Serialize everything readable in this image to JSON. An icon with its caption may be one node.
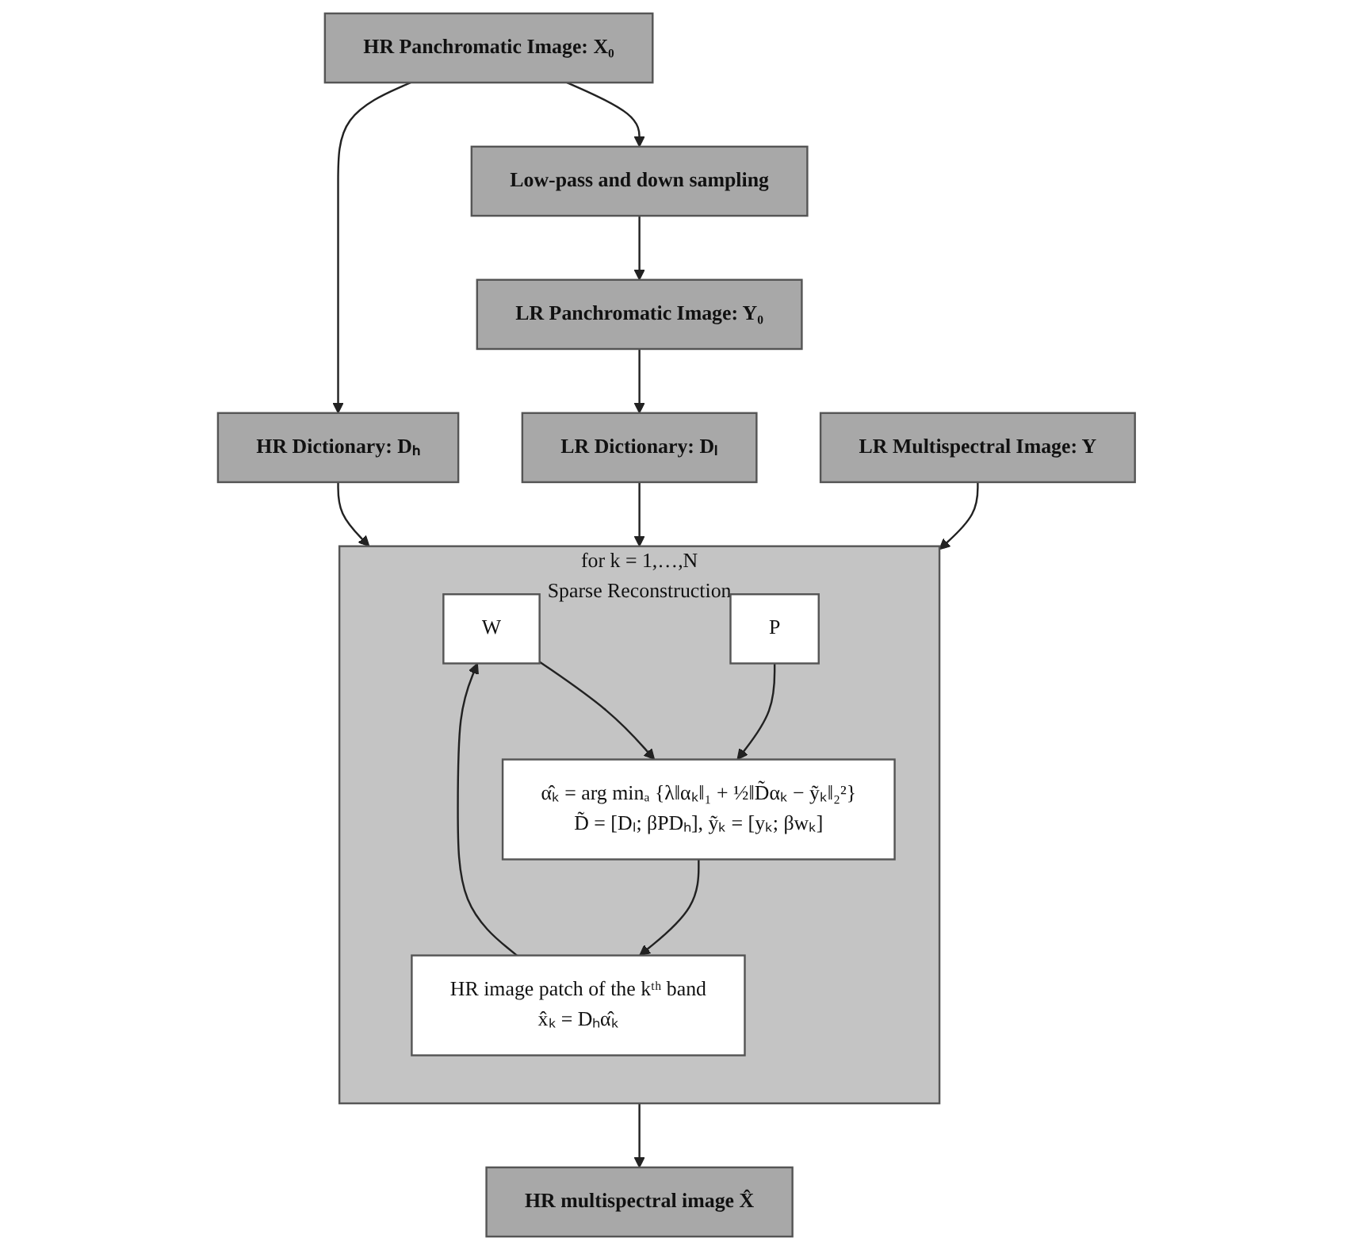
{
  "diagram": {
    "nodes": [
      {
        "text": [
          "HR Panchromatic Image: X₀"
        ]
      },
      {
        "text": [
          "Low-pass and down sampling"
        ]
      },
      {
        "text": [
          "LR Panchromatic Image: Y₀"
        ]
      },
      {
        "text": [
          "HR Dictionary: Dₕ"
        ]
      },
      {
        "text": [
          "LR Dictionary: Dₗ"
        ]
      },
      {
        "text": [
          "LR Multispectral Image: Y"
        ]
      },
      {
        "text": [
          "for k = 1,…,N",
          "Sparse Reconstruction"
        ]
      },
      {
        "text": [
          "W"
        ],
        "in": 6
      },
      {
        "text": [
          "P"
        ],
        "in": 6
      },
      {
        "text": [
          "α̂ₖ = arg minₐ {λ‖αₖ‖₁ + ½‖D̃αₖ − ỹₖ‖₂²}",
          "D̃ = [Dₗ; βPDₕ], ỹₖ = [yₖ; βwₖ]"
        ],
        "in": 6
      },
      {
        "text": [
          "HR image patch of the kᵗʰ band",
          "x̂ₖ = Dₕα̂ₖ"
        ],
        "in": 6
      },
      {
        "text": [
          "HR multispectral image X̂"
        ]
      }
    ],
    "edges": [
      {
        "from": 0,
        "to": 1,
        "arrow": "to"
      },
      {
        "from": 0,
        "to": 3,
        "arrow": "to"
      },
      {
        "from": 1,
        "to": 2,
        "arrow": "to"
      },
      {
        "from": 2,
        "to": 4,
        "arrow": "to"
      },
      {
        "from": 3,
        "to": 6,
        "arrow": "to"
      },
      {
        "from": 4,
        "to": 6,
        "arrow": "to"
      },
      {
        "from": 5,
        "to": 6,
        "arrow": "to"
      },
      {
        "from": 7,
        "to": 9,
        "arrow": "to"
      },
      {
        "from": 8,
        "to": 9,
        "arrow": "to"
      },
      {
        "from": 9,
        "to": 10,
        "arrow": "to"
      },
      {
        "from": 10,
        "to": 7,
        "arrow": "to"
      },
      {
        "from": 6,
        "to": 11,
        "arrow": "to"
      }
    ]
  }
}
